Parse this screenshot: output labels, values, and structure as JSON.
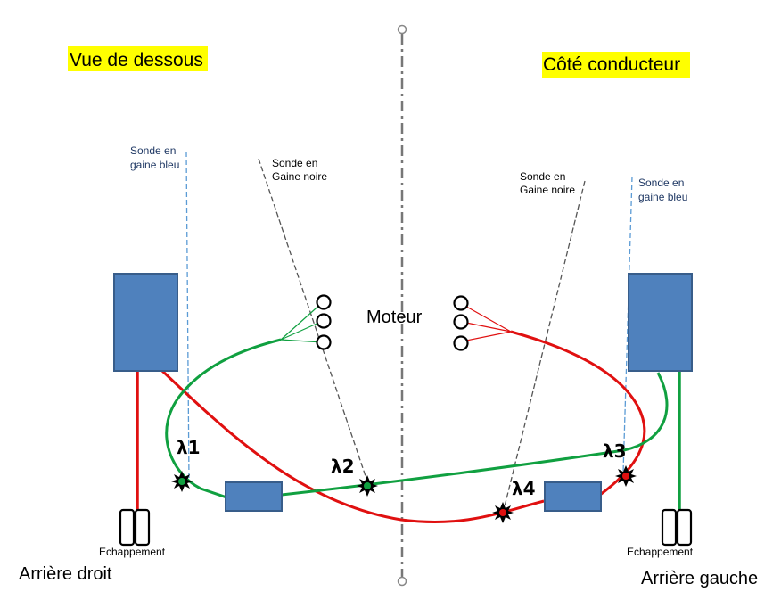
{
  "titles": {
    "left": "Vue de dessous",
    "right": "Côté conducteur"
  },
  "labels": {
    "sonde_bleu_left_1": "Sonde en",
    "sonde_bleu_left_2": "gaine bleu",
    "sonde_noire_left_1": "Sonde en",
    "sonde_noire_left_2": "Gaine noire",
    "sonde_noire_right_1": "Sonde en",
    "sonde_noire_right_2": "Gaine noire",
    "sonde_bleu_right_1": "Sonde en",
    "sonde_bleu_right_2": "gaine bleu",
    "moteur": "Moteur",
    "echappement_left": "Echappement",
    "echappement_right": "Echappement",
    "arriere_droit": "Arrière droit",
    "arriere_gauche": "Arrière gauche"
  },
  "sensors": {
    "l1": "λ1",
    "l2": "λ2",
    "l3": "λ3",
    "l4": "λ4"
  },
  "colors": {
    "box_fill": "#4f81bd",
    "box_stroke": "#385d8a",
    "red_wire": "#e01010",
    "green_wire": "#10a040",
    "highlight": "#ffff00",
    "blue_dash": "#5b9bd5",
    "gray_dash": "#555555"
  }
}
